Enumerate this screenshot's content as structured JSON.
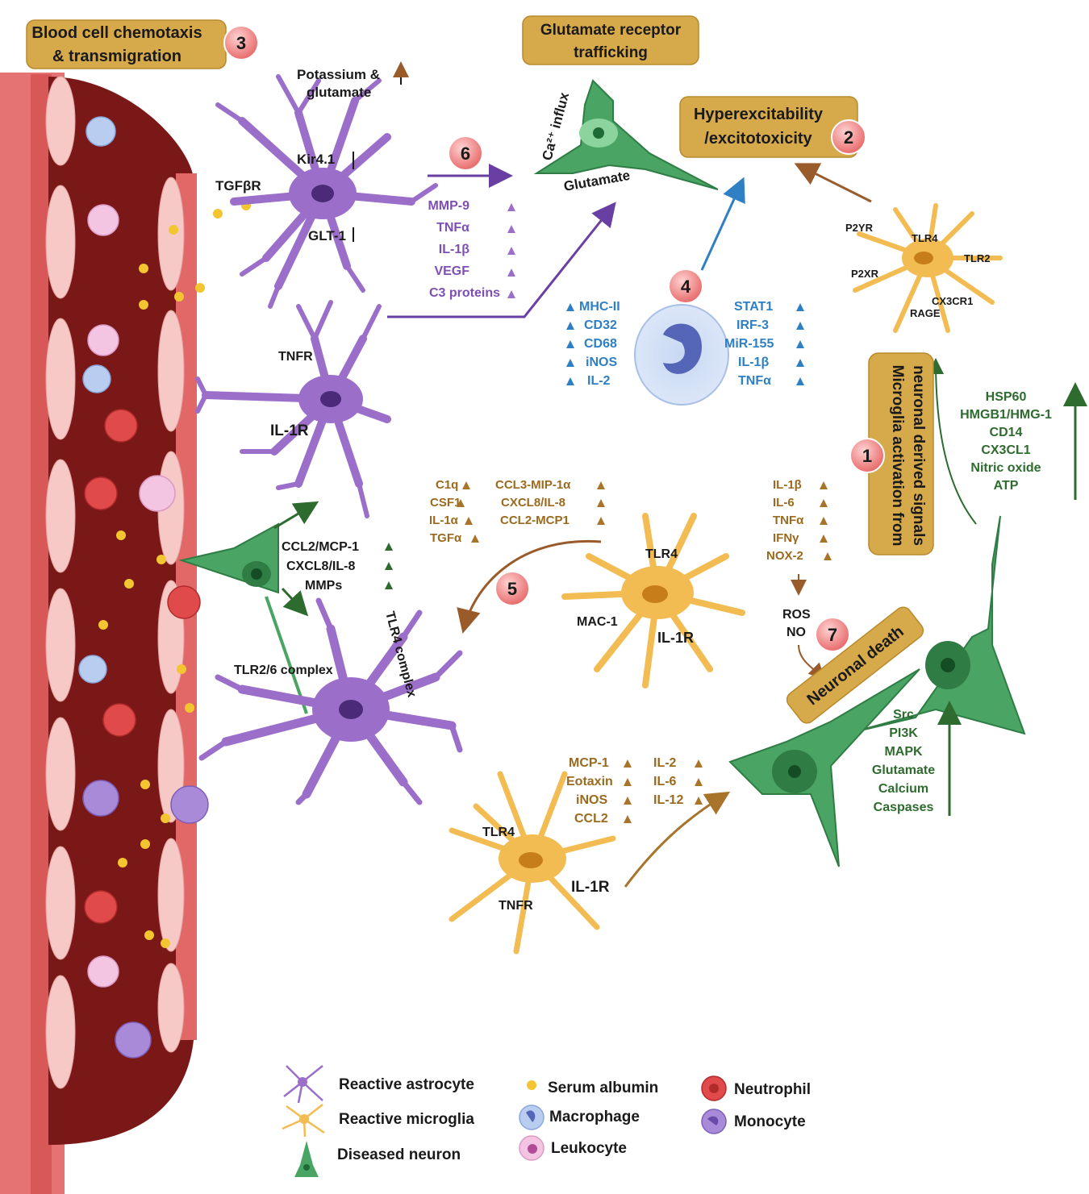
{
  "process_boxes": {
    "chemotaxis_line1": "Blood cell chemotaxis",
    "chemotaxis_line2": "& transmigration",
    "glutamate_line1": "Glutamate receptor",
    "glutamate_line2": "trafficking",
    "hyper_line1": "Hyperexcitability",
    "hyper_line2": "/excitotoxicity",
    "microglia_line1": "Microglia activation from",
    "microglia_line2": "neuronal derived signals",
    "neuronal_death": "Neuronal death"
  },
  "step_numbers": [
    "1",
    "2",
    "3",
    "4",
    "5",
    "6",
    "7"
  ],
  "astrocyte_top": {
    "potassium_1": "Potassium &",
    "potassium_2": "glutamate",
    "kir": "Kir4.1",
    "tgfbr": "TGFβR",
    "glt": "GLT-1",
    "factors": [
      "MMP-9",
      "TNFα",
      "IL-1β",
      "VEGF",
      "C3 proteins"
    ]
  },
  "neuron_top": {
    "ca_influx": "Ca²⁺ influx",
    "glutamate": "Glutamate"
  },
  "astrocyte_mid": {
    "tnfr": "TNFR",
    "il1r": "IL-1R"
  },
  "neuron_left_factors": [
    "CCL2/MCP-1",
    "CXCL8/IL-8",
    "MMPs"
  ],
  "astrocyte_low": {
    "tlr26": "TLR2/6 complex",
    "tlr4": "TLR4 complex"
  },
  "microglia_top": {
    "receptors": [
      "P2YR",
      "TLR4",
      "TLR2",
      "P2XR",
      "RAGE",
      "CX3CR1"
    ]
  },
  "macrophage_markers": {
    "left": [
      "MHC-II",
      "CD32",
      "CD68",
      "iNOS",
      "IL-2"
    ],
    "right": [
      "STAT1",
      "IRF-3",
      "MiR-155",
      "IL-1β",
      "TNFα"
    ]
  },
  "neuronal_signals": [
    "HSP60",
    "HMGB1/HMG-1",
    "CD14",
    "CX3CL1",
    "Nitric oxide",
    "ATP"
  ],
  "microglia_mid": {
    "col1": [
      "C1q",
      "CSF1",
      "IL-1α",
      "TGFα"
    ],
    "col2": [
      "CCL3-MIP-1α",
      "CXCL8/IL-8",
      "CCL2-MCP1"
    ],
    "col3": [
      "IL-1β",
      "IL-6",
      "TNFα",
      "IFNγ",
      "NOX-2"
    ],
    "tlr4": "TLR4",
    "mac1": "MAC-1",
    "il1r": "IL-1R",
    "ros": "ROS",
    "no": "NO"
  },
  "microglia_low": {
    "col1": [
      "MCP-1",
      "Eotaxin",
      "iNOS",
      "CCL2"
    ],
    "col2": [
      "IL-2",
      "IL-6",
      "IL-12"
    ],
    "tlr4": "TLR4",
    "tnfr": "TNFR",
    "il1r": "IL-1R"
  },
  "neuron_pathways": [
    "Src",
    "PI3K",
    "MAPK",
    "Glutamate",
    "Calcium",
    "Caspases"
  ],
  "legend": {
    "reactive_astrocyte": "Reactive astrocyte",
    "reactive_microglia": "Reactive microglia",
    "diseased_neuron": "Diseased neuron",
    "serum_albumin": "Serum albumin",
    "macrophage": "Macrophage",
    "leukocyte": "Leukocyte",
    "neutrophil": "Neutrophil",
    "monocyte": "Monocyte"
  },
  "colors": {
    "astrocyte": "#9b6fc9",
    "microglia": "#f2bc52",
    "neuron": "#4aa463",
    "vessel": "#7a1818",
    "label_box": "#d6a94a",
    "badge": "#f08a8a",
    "purple_text": "#7e4fb3",
    "brown_text": "#9a6a1e",
    "blue_text": "#2f7fc4",
    "green_text": "#2e6b2e"
  }
}
